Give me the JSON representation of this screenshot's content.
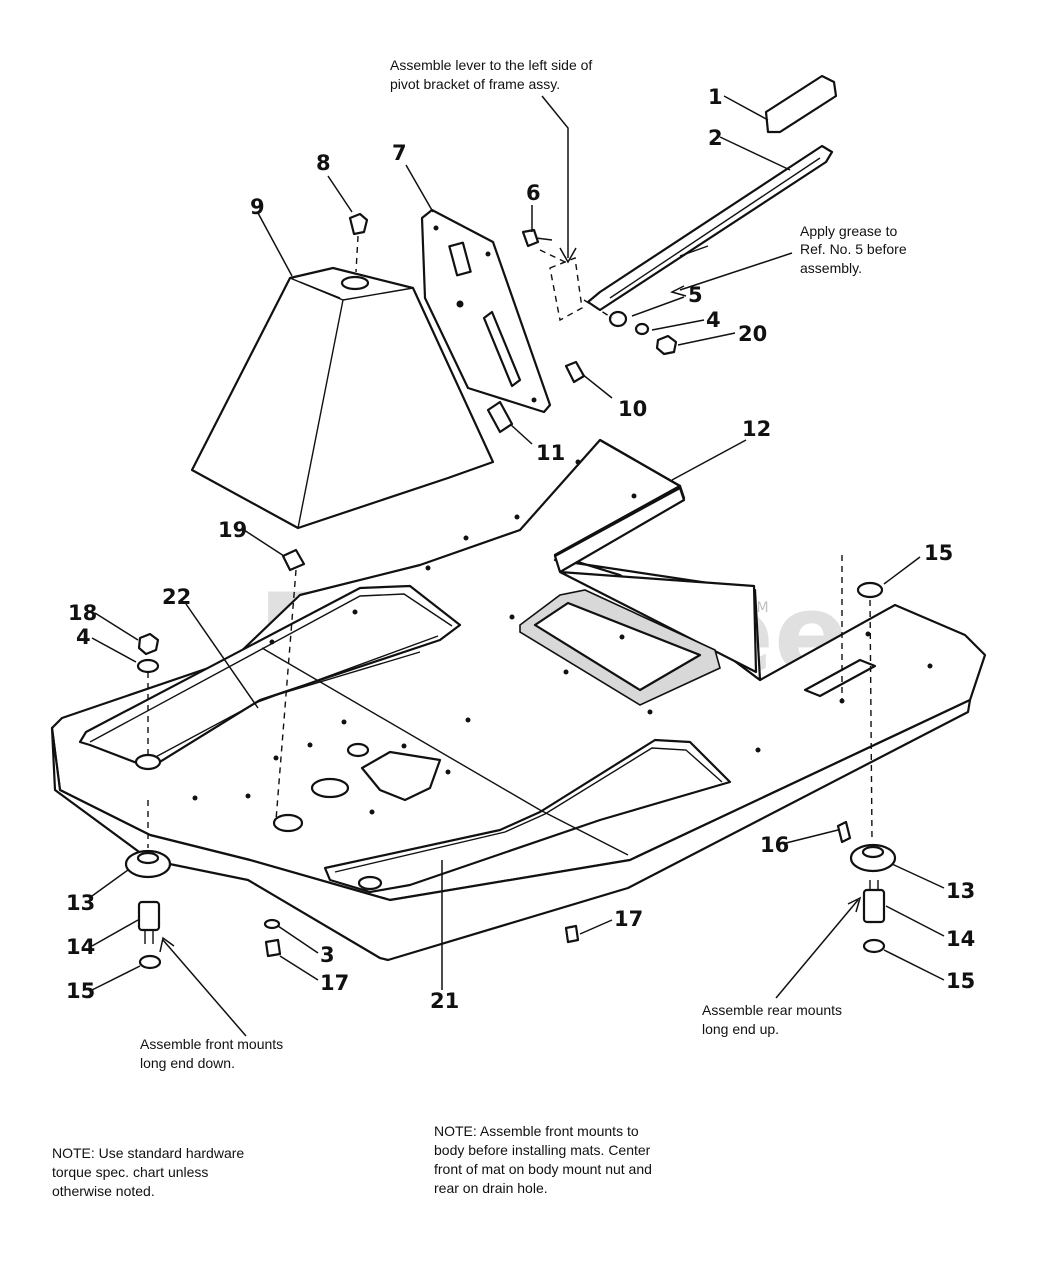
{
  "watermark": {
    "brand": "PartsTree",
    "tm": "TM"
  },
  "callouts": [
    "1",
    "2",
    "3",
    "4",
    "5",
    "6",
    "7",
    "8",
    "9",
    "10",
    "11",
    "12",
    "13",
    "14",
    "15",
    "16",
    "17",
    "18",
    "19",
    "20",
    "21",
    "22"
  ],
  "callout_labels": {
    "c1": "1",
    "c2": "2",
    "c4a": "4",
    "c5": "5",
    "c20": "20",
    "c6": "6",
    "c7": "7",
    "c8": "8",
    "c9": "9",
    "c10": "10",
    "c11": "11",
    "c12": "12",
    "c15a": "15",
    "c18": "18",
    "c4b": "4",
    "c22": "22",
    "c19": "19",
    "c16": "16",
    "c13a": "13",
    "c13b": "13",
    "c14a": "14",
    "c14b": "14",
    "c15b": "15",
    "c15c": "15",
    "c3": "3",
    "c17a": "17",
    "c17b": "17",
    "c21": "21"
  },
  "notes": {
    "lever": [
      "Assemble lever to the left side of",
      "pivot bracket of frame assy."
    ],
    "grease": [
      "Apply grease to",
      "Ref. No. 5 before",
      "assembly."
    ],
    "front_mounts": [
      "Assemble front mounts",
      "long end down."
    ],
    "rear_mounts": [
      "Assemble rear mounts",
      "long end up."
    ],
    "hardware": [
      "NOTE: Use standard hardware",
      "torque spec. chart unless",
      "otherwise noted."
    ],
    "mats": [
      "NOTE: Assemble front mounts to",
      "body before installing mats. Center",
      "front of mat on body mount nut and",
      "rear on drain hole."
    ]
  }
}
